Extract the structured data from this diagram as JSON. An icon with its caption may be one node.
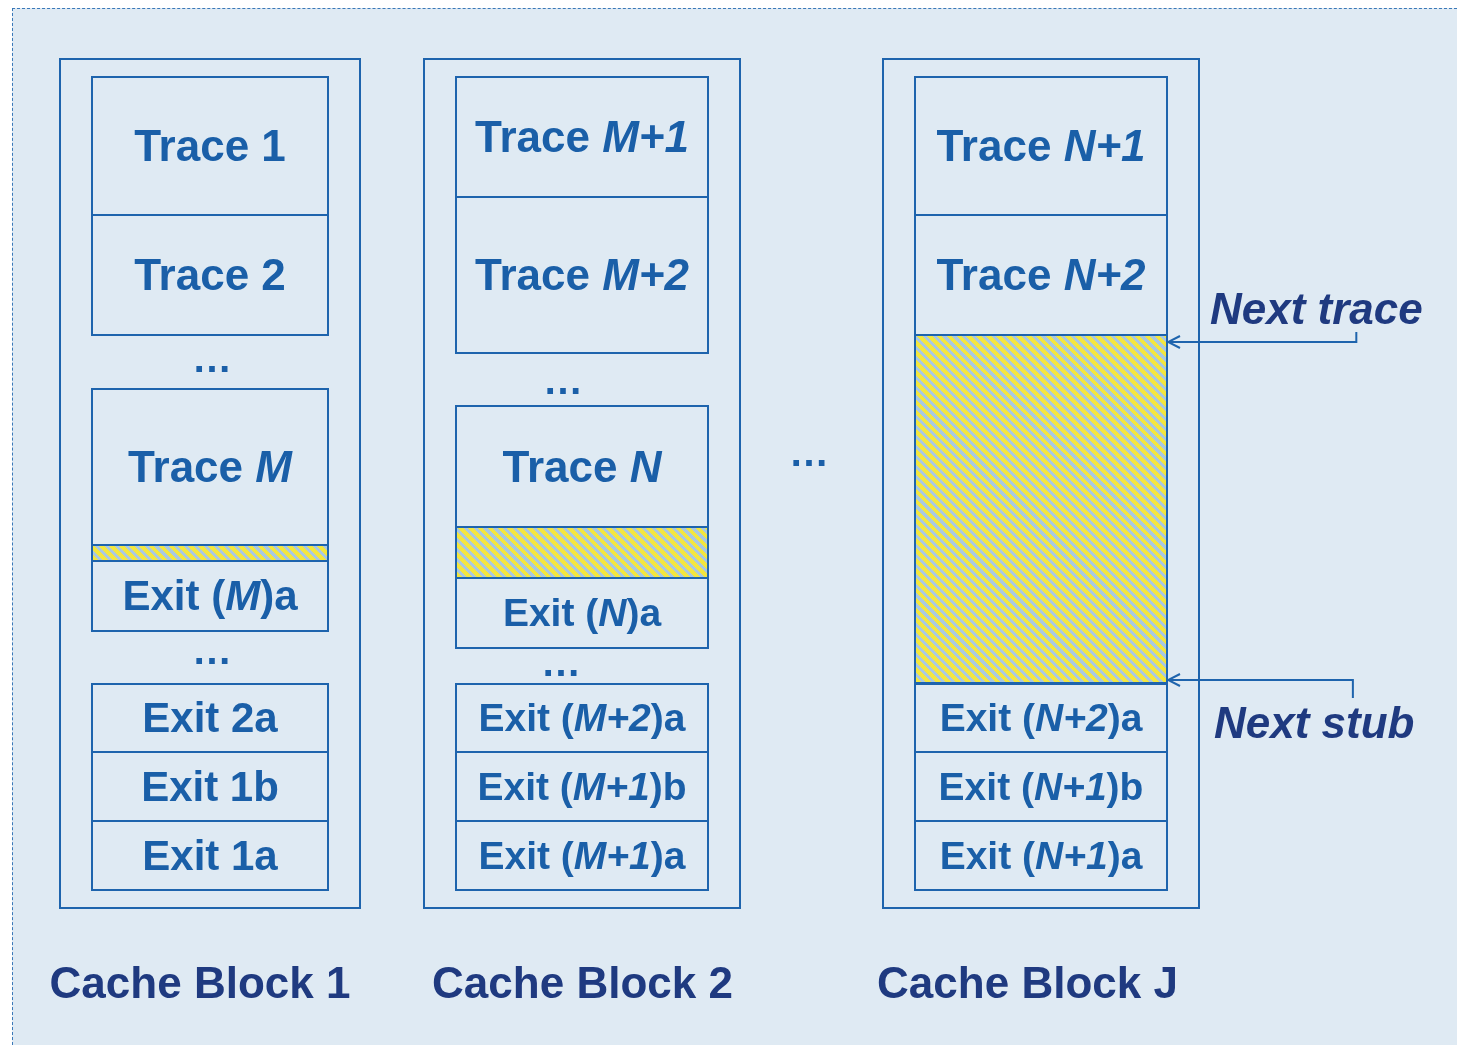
{
  "diagram": {
    "nodes": [
      {
        "text": [
          "Cache Block 1"
        ]
      },
      {
        "text": [
          "Trace 1"
        ],
        "in": 0
      },
      {
        "text": [
          "Trace 2"
        ],
        "in": 0
      },
      {
        "text": [
          "Trace *M*"
        ],
        "in": 0
      },
      {
        "text": [],
        "shape": "box",
        "in": 0
      },
      {
        "text": [
          "Exit (*M*)a"
        ],
        "in": 0
      },
      {
        "text": [
          "Exit 2a"
        ],
        "in": 0
      },
      {
        "text": [
          "Exit 1b"
        ],
        "in": 0
      },
      {
        "text": [
          "Exit 1a"
        ],
        "in": 0
      },
      {
        "text": [
          "Cache Block 2"
        ]
      },
      {
        "text": [
          "Trace *M+1*"
        ],
        "in": 9
      },
      {
        "text": [
          "Trace *M+2*"
        ],
        "in": 9
      },
      {
        "text": [
          "Trace *N*"
        ],
        "in": 9
      },
      {
        "text": [],
        "shape": "box",
        "in": 9
      },
      {
        "text": [
          "Exit (*N*)a"
        ],
        "in": 9
      },
      {
        "text": [
          "Exit (*M+2*)a"
        ],
        "in": 9
      },
      {
        "text": [
          "Exit (*M+1*)b"
        ],
        "in": 9
      },
      {
        "text": [
          "Exit (*M+1*)a"
        ],
        "in": 9
      },
      {
        "text": [
          "Cache Block J"
        ]
      },
      {
        "text": [
          "Trace *N+1*"
        ],
        "in": 18
      },
      {
        "text": [
          "Trace *N+2*"
        ],
        "in": 18
      },
      {
        "text": [],
        "shape": "box",
        "in": 18
      },
      {
        "text": [
          "Exit (*N+2*)a"
        ],
        "in": 18
      },
      {
        "text": [
          "Exit (*N+1*)b"
        ],
        "in": 18
      },
      {
        "text": [
          "Exit (*N+1*)a"
        ],
        "in": 18
      },
      {
        "text": [
          "Next trace"
        ]
      },
      {
        "text": [
          "Next stub"
        ]
      }
    ],
    "edges": [
      {
        "from": 25,
        "to": 21,
        "arrow": "to"
      },
      {
        "from": 26,
        "to": 21,
        "arrow": "to"
      }
    ],
    "labels": [
      "…",
      "…",
      "…",
      "…",
      "…"
    ]
  }
}
